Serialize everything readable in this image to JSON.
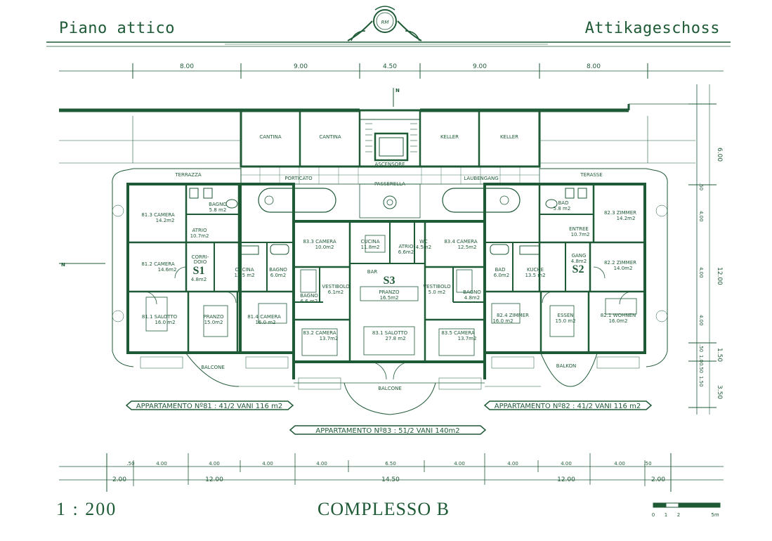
{
  "header": {
    "title_left": "Piano attico",
    "title_right": "Attikageschoss",
    "logo_letters": "RM"
  },
  "footer": {
    "scale": "1 : 200",
    "complex": "COMPLESSO B",
    "scalebar": [
      "0",
      "1",
      "2",
      "5m"
    ]
  },
  "top_dims": [
    "8.00",
    "9.00",
    "4.50",
    "9.00",
    "8.00"
  ],
  "right_dims": [
    "6.00",
    "12.00",
    "4.00",
    "4.00",
    "4.00",
    "1.50",
    "3.50",
    ".50",
    "1.00",
    ".50",
    "1.50",
    ".50"
  ],
  "bottom_dims_row1": [
    ".50",
    "4.00",
    "4.00",
    "4.00",
    "4.00",
    "6.50",
    "4.00",
    "4.00",
    "4.00",
    "4.00",
    ".50"
  ],
  "bottom_dims_row2": [
    "2.00",
    "12.00",
    "14.50",
    "12.00",
    "2.00"
  ],
  "north_mark_top": "N",
  "north_mark_left": "N",
  "areas": {
    "terrazza": "TERRAZZA",
    "porticato": "PORTICATO",
    "passerella": "PASSERELLA",
    "laubengang": "LAUBENGANG",
    "terasse": "TERASSE",
    "ascensore": "ASCENSORE",
    "cantina1": "CANTINA",
    "cantina2": "CANTINA",
    "keller1": "KELLER",
    "keller2": "KELLER",
    "balcone_left": "BALCONE",
    "balcone_center": "BALCONE",
    "balkon": "BALKON"
  },
  "units": {
    "s1": "S1",
    "s2": "S2",
    "s3": "S3"
  },
  "rooms": {
    "r813": [
      "81.3 CAMERA",
      "14.2m2"
    ],
    "bagno_a": [
      "BAGNO",
      "5.8 m2"
    ],
    "atrio_a": [
      "ATRIO",
      "10.7m2"
    ],
    "r812": [
      "81.2 CAMERA",
      "14.6m2"
    ],
    "corridoio": [
      "CORRI-",
      "DOIO"
    ],
    "corr_area": "4.8m2",
    "cucina_a": [
      "CUCINA",
      "13.5 m2"
    ],
    "bagno_b": [
      "BAGNO",
      "6.0m2"
    ],
    "r811": [
      "81.1 SALOTTO",
      "16.0 m2"
    ],
    "pranzo_a": [
      "PRANZO",
      "15.0m2"
    ],
    "r814": [
      "81.4",
      "CAMERA",
      "16.0 m2"
    ],
    "r833": [
      "83.3 CAMERA",
      "10.0m2"
    ],
    "cucina_c": [
      "CUCINA",
      "11.8m2"
    ],
    "atrio_c": [
      "ATRIO",
      "6.6m2"
    ],
    "wc_c": [
      "WC",
      "4.5m2"
    ],
    "r834": [
      "83.4 CAMERA",
      "12.5m2"
    ],
    "bar": "BAR",
    "bagno_c1": [
      "BAGNO",
      "6.6 m2"
    ],
    "vest_c1": [
      "VESTIBOLO",
      "6.1m2"
    ],
    "pranzo_c": [
      "PRANZO",
      "16.5m2"
    ],
    "vest_c2": [
      "VESTIBOLO",
      "5.0 m2"
    ],
    "bagno_c2": [
      "BAGNO",
      "4.8m2"
    ],
    "r832": [
      "83.2 CAMERA",
      "13.7m2"
    ],
    "r831": [
      "83.1 SALOTTO",
      "27.8 m2"
    ],
    "r835": [
      "83.5 CAMERA",
      "13.7m2"
    ],
    "bad_a": [
      "BAD",
      "5.8 m2"
    ],
    "r823": [
      "82.3 ZIMMER",
      "14.2m2"
    ],
    "entree": [
      "ENTREE",
      "10.7m2"
    ],
    "bad_b": [
      "BAD",
      "6.0m2"
    ],
    "kuche": [
      "KUCHE",
      "13.5 m2"
    ],
    "gang": [
      "GANG",
      "4.8m2"
    ],
    "r822": [
      "82.2 ZIMMER",
      "14.0m2"
    ],
    "r824": [
      "82.4 ZIMMER",
      "16.0 m2"
    ],
    "essen": [
      "ESSEN",
      "15.0 m2"
    ],
    "r821": [
      "82.1 WOHNEN",
      "16.0m2"
    ]
  },
  "banners": {
    "apt81": "APPARTAMENTO Nº81 : 41/2 VANI 116 m2",
    "apt82": "APPARTAMENTO Nº82 : 41/2 VANI 116 m2",
    "apt83": "APPARTAMENTO Nº83 :     51/2 VANI 140m2"
  },
  "colors": {
    "ink": "#1f5a37",
    "paper": "#ffffff"
  }
}
